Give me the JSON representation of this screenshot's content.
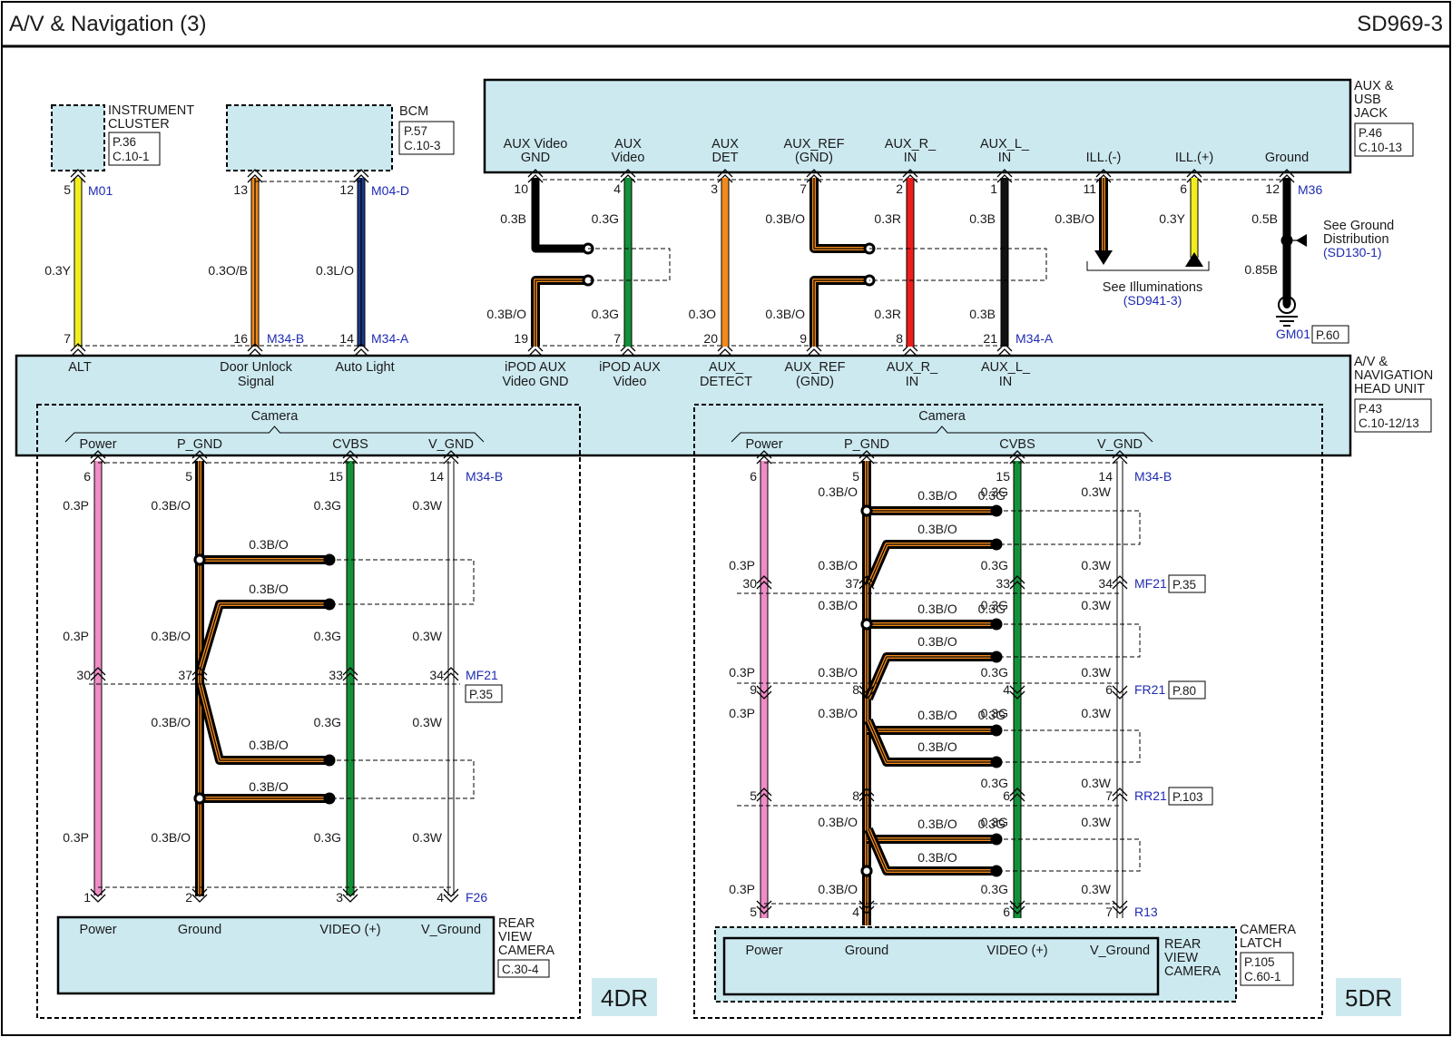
{
  "header": {
    "title": "A/V & Navigation (3)",
    "code": "SD969-3"
  },
  "components": {
    "instrument_cluster": {
      "name_1": "INSTRUMENT",
      "name_2": "CLUSTER",
      "ref_1": "P.36",
      "ref_2": "C.10-1",
      "pin": "5",
      "pin_label": "7",
      "conn": "M01",
      "wire": "0.3Y"
    },
    "bcm": {
      "name": "BCM",
      "ref_1": "P.57",
      "ref_2": "C.10-3",
      "pin_a": "13",
      "pin_b": "12",
      "conn": "M04-D",
      "wire_a": "0.3O/B",
      "wire_b": "0.3L/O",
      "pin_a_bottom": "16",
      "conn_a_bottom": "M34-B",
      "pin_b_bottom": "14",
      "conn_b_bottom": "M34-A"
    },
    "aux_usb_jack": {
      "name_1": "AUX &",
      "name_2": "USB",
      "name_3": "JACK",
      "ref_1": "P.46",
      "ref_2": "C.10-13",
      "labels": [
        [
          "AUX Video",
          "GND"
        ],
        [
          "AUX",
          "Video"
        ],
        [
          "AUX",
          "DET"
        ],
        [
          "AUX_REF",
          "(GND)"
        ],
        [
          "AUX_R_",
          "IN"
        ],
        [
          "AUX_L_",
          "IN"
        ],
        [
          "ILL.(-)",
          ""
        ],
        [
          "ILL.(+)",
          ""
        ],
        [
          "Ground",
          ""
        ]
      ],
      "top_pins": [
        "10",
        "4",
        "3",
        "7",
        "2",
        "1",
        "11",
        "6",
        "12"
      ],
      "top_wires": [
        "0.3B",
        "0.3G",
        "",
        "0.3B/O",
        "0.3R",
        "0.3B",
        "0.3B/O",
        "0.3Y",
        "0.5B"
      ],
      "bottom_pins": [
        "19",
        "7",
        "20",
        "9",
        "8",
        "21"
      ],
      "bottom_wires": [
        "0.3B/O",
        "0.3G",
        "0.3O",
        "0.3B/O",
        "0.3R",
        "0.3B"
      ],
      "top_conn": "M36",
      "bottom_conn": "M34-A",
      "illum_1": "See Illuminations",
      "illum_2": "(SD941-3)",
      "gnd_note_1": "See Ground",
      "gnd_note_2": "Distribution",
      "gnd_note_3": "(SD130-1)",
      "gnd_wire": "0.85B",
      "gnd_conn": "GM01",
      "gnd_ref": "P.60"
    },
    "head_unit": {
      "name_1": "A/V &",
      "name_2": "NAVIGATION",
      "name_3": "HEAD UNIT",
      "ref_1": "P.43",
      "ref_2": "C.10-12/13",
      "labels": [
        [
          "ALT",
          ""
        ],
        [
          "Door Unlock",
          "Signal"
        ],
        [
          "Auto Light",
          ""
        ],
        [
          "iPOD AUX",
          "Video GND"
        ],
        [
          "iPOD AUX",
          "Video"
        ],
        [
          "AUX_",
          "DETECT"
        ],
        [
          "AUX_REF",
          "(GND)"
        ],
        [
          "AUX_R_",
          "IN"
        ],
        [
          "AUX_L_",
          "IN"
        ]
      ],
      "camera_label": "Camera",
      "camera_pins": [
        "Power",
        "P_GND",
        "CVBS",
        "V_GND"
      ]
    }
  },
  "sections": {
    "left": {
      "badge": "4DR",
      "hu_pins": [
        "6",
        "5",
        "15",
        "14"
      ],
      "hu_conn": "M34-B",
      "mid_pins": [
        "30",
        "37",
        "33",
        "34"
      ],
      "mid_conn": "MF21",
      "mid_ref": "P.35",
      "bot_pins": [
        "1",
        "2",
        "3",
        "4"
      ],
      "bot_conn": "F26",
      "wires": {
        "power": "0.3P",
        "pgnd": "0.3B/O",
        "cvbs": "0.3G",
        "vgnd": "0.3W"
      },
      "camera": {
        "name_1": "REAR",
        "name_2": "VIEW",
        "name_3": "CAMERA",
        "ref": "C.30-4",
        "pins": [
          "Power",
          "Ground",
          "VIDEO (+)",
          "V_Ground"
        ]
      }
    },
    "right": {
      "badge": "5DR",
      "hu_pins": [
        "6",
        "5",
        "15",
        "14"
      ],
      "hu_conn": "M34-B",
      "mid1_pins": [
        "30",
        "37",
        "33",
        "34"
      ],
      "mid1_conn": "MF21",
      "mid1_ref": "P.35",
      "mid2_pins": [
        "9",
        "8",
        "4",
        "6"
      ],
      "mid2_conn": "FR21",
      "mid2_ref": "P.80",
      "mid3_pins": [
        "5",
        "8",
        "6",
        "7"
      ],
      "mid3_conn": "RR21",
      "mid3_ref": "P.103",
      "bot_pins": [
        "5",
        "4",
        "6",
        "7"
      ],
      "bot_conn": "R13",
      "wires": {
        "power": "0.3P",
        "pgnd": "0.3B/O",
        "cvbs": "0.3G",
        "vgnd": "0.3W"
      },
      "camera": {
        "name_1": "REAR",
        "name_2": "VIEW",
        "name_3": "CAMERA",
        "pins": [
          "Power",
          "Ground",
          "VIDEO (+)",
          "V_Ground"
        ]
      },
      "latch": {
        "name_1": "CAMERA",
        "name_2": "LATCH",
        "ref_1": "P.105",
        "ref_2": "C.60-1"
      }
    }
  },
  "colors": {
    "background": "#cce9f0",
    "yellow": "#f2ee1e",
    "orange": "#f08a1c",
    "blue": "#1a3a8c",
    "green": "#139139",
    "red": "#ee1c1c",
    "black": "#111111",
    "pink": "#f08cc6",
    "white": "#ffffff",
    "connector_text": "#1f2bb3"
  }
}
